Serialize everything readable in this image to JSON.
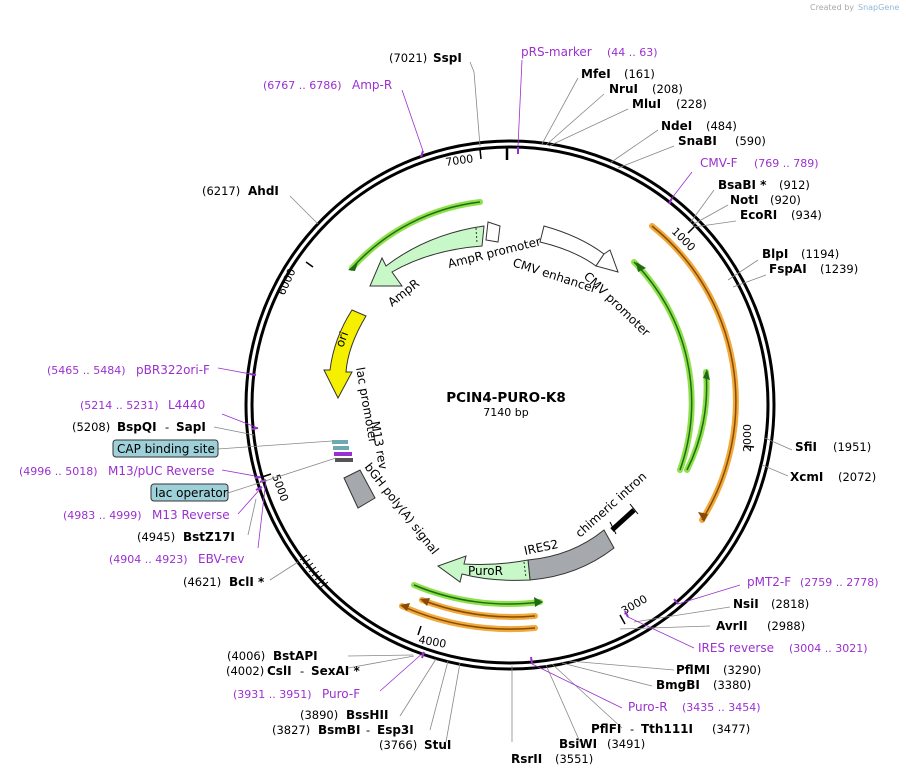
{
  "watermark": {
    "prefix": "Created by",
    "brand": "SnapGene"
  },
  "plasmid": {
    "name": "PCIN4-PURO-K8",
    "size": "7140 bp"
  },
  "ticks": [
    "1000",
    "2000",
    "3000",
    "4000",
    "5000",
    "6000",
    "7000"
  ],
  "colors": {
    "primer": "#9b30d0",
    "orf_green": "#8ee04a",
    "orf_orange": "#f0a93c",
    "ori": "#f4f000",
    "promoter_fill": "#ffffff",
    "polya": "#a5a8ad",
    "feature_green": "#c8f7c8",
    "box_blue": "#9dd0d8"
  },
  "enzymes": [
    {
      "pos": "(7021)",
      "name": "SspI"
    },
    {
      "name": "MfeI",
      "pos": "(161)"
    },
    {
      "name": "NruI",
      "pos": "(208)"
    },
    {
      "name": "MluI",
      "pos": "(228)"
    },
    {
      "name": "NdeI",
      "pos": "(484)"
    },
    {
      "name": "SnaBI",
      "pos": "(590)"
    },
    {
      "name": "BsaBI *",
      "pos": "(912)"
    },
    {
      "name": "NotI",
      "pos": "(920)"
    },
    {
      "name": "EcoRI",
      "pos": "(934)"
    },
    {
      "name": "BlpI",
      "pos": "(1194)"
    },
    {
      "name": "FspAI",
      "pos": "(1239)"
    },
    {
      "name": "SfiI",
      "pos": "(1951)"
    },
    {
      "name": "XcmI",
      "pos": "(2072)"
    },
    {
      "name": "NsiI",
      "pos": "(2818)"
    },
    {
      "name": "AvrII",
      "pos": "(2988)"
    },
    {
      "name": "PflMI",
      "pos": "(3290)"
    },
    {
      "name": "BmgBI",
      "pos": "(3380)"
    },
    {
      "name": "PflFI",
      "name2": "Tth111I",
      "pos": "(3477)"
    },
    {
      "name": "BsiWI",
      "pos": "(3491)"
    },
    {
      "name": "RsrII",
      "pos": "(3551)"
    },
    {
      "pos": "(3766)",
      "name": "StuI"
    },
    {
      "pos": "(3827)",
      "name": "BsmBI",
      "name2": "Esp3I"
    },
    {
      "pos": "(3890)",
      "name": "BssHII"
    },
    {
      "pos": "(4002)",
      "name": "CslI",
      "name2": "SexAI *"
    },
    {
      "pos": "(4006)",
      "name": "BstAPI"
    },
    {
      "pos": "(4621)",
      "name": "BclI *"
    },
    {
      "pos": "(4945)",
      "name": "BstZ17I"
    },
    {
      "pos": "(5208)",
      "name": "BspQI",
      "name2": "SapI"
    },
    {
      "pos": "(6217)",
      "name": "AhdI"
    }
  ],
  "primers": [
    {
      "name": "pRS-marker",
      "range": "(44 .. 63)"
    },
    {
      "name": "CMV-F",
      "range": "(769 .. 789)"
    },
    {
      "name": "pMT2-F",
      "range": "(2759 .. 2778)"
    },
    {
      "name": "IRES reverse",
      "range": "(3004 .. 3021)"
    },
    {
      "name": "Puro-R",
      "range": "(3435 .. 3454)"
    },
    {
      "name": "Puro-F",
      "range": "(3931 .. 3951)"
    },
    {
      "name": "EBV-rev",
      "range": "(4904 .. 4923)"
    },
    {
      "name": "M13 Reverse",
      "range": "(4983 .. 4999)"
    },
    {
      "name": "M13/pUC Reverse",
      "range": "(4996 .. 5018)"
    },
    {
      "name": "L4440",
      "range": "(5214 .. 5231)"
    },
    {
      "name": "pBR322ori-F",
      "range": "(5465 .. 5484)"
    },
    {
      "name": "Amp-R",
      "range": "(6767 .. 6786)"
    }
  ],
  "boxed_features": [
    {
      "label": "CAP binding site"
    },
    {
      "label": "lac operator"
    }
  ],
  "features": {
    "ampr_promoter": "AmpR promoter",
    "ampr": "AmpR",
    "ori": "ori",
    "lac_promoter": "lac promoter",
    "m13_rev": "M13 rev",
    "bgh": "bGH poly(A) signal",
    "cmv_enhancer": "CMV enhancer",
    "cmv_promoter": "CMV promoter",
    "chimeric_intron": "chimeric intron",
    "ires2": "IRES2",
    "puror": "PuroR"
  }
}
